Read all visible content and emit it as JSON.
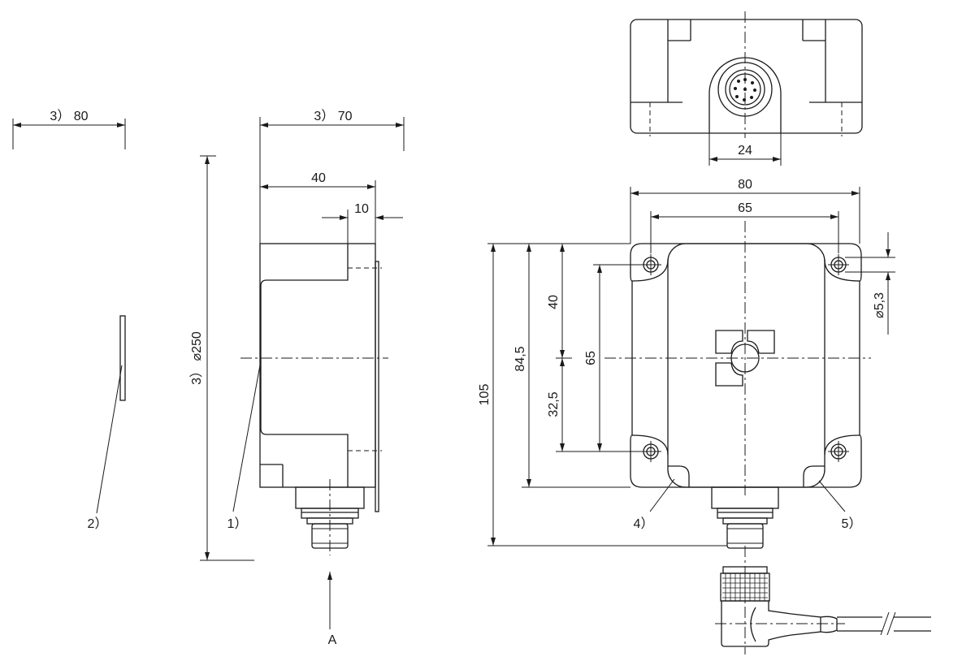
{
  "dimensions": {
    "left_width_80": "3）  80",
    "diameter_250": "3）  ⌀250",
    "side_width_70": "3）  70",
    "side_width_40": "40",
    "side_width_10": "10",
    "connector_24": "24",
    "front_width_80": "80",
    "front_width_65": "65",
    "front_height_105": "105",
    "front_height_84_5": "84,5",
    "front_height_40": "40",
    "front_height_65": "65",
    "front_height_32_5": "32,5",
    "hole_diameter": "⌀5,3"
  },
  "callouts": {
    "note_1": "1）",
    "note_2": "2）",
    "note_4": "4）",
    "note_5": "5）",
    "view_arrow": "A"
  }
}
